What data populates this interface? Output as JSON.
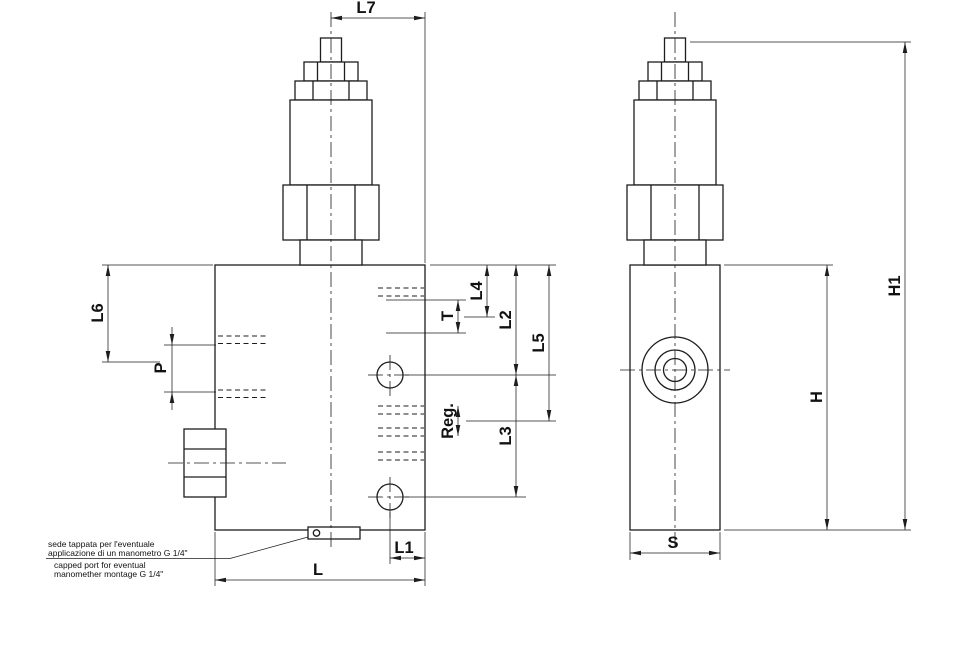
{
  "drawing": {
    "type": "hydraulic-valve-dimensional-drawing",
    "background": "#ffffff",
    "line_color": "#1d1d1d"
  },
  "front_view": {
    "dims": {
      "l7": "L7",
      "l6": "L6",
      "p": "P",
      "l4": "L4",
      "t": "T",
      "l2": "L2",
      "l5": "L5",
      "reg": "Reg.",
      "l3": "L3",
      "l1": "L1",
      "l": "L"
    }
  },
  "side_view": {
    "dims": {
      "h1": "H1",
      "h": "H",
      "s": "S"
    }
  },
  "notes": {
    "it_line1": "sede tappata per l'eventuale",
    "it_line2": "applicazione di un manometro G 1/4\"",
    "en_line1": "capped port for eventual",
    "en_line2": "manomether montage G 1/4\""
  }
}
